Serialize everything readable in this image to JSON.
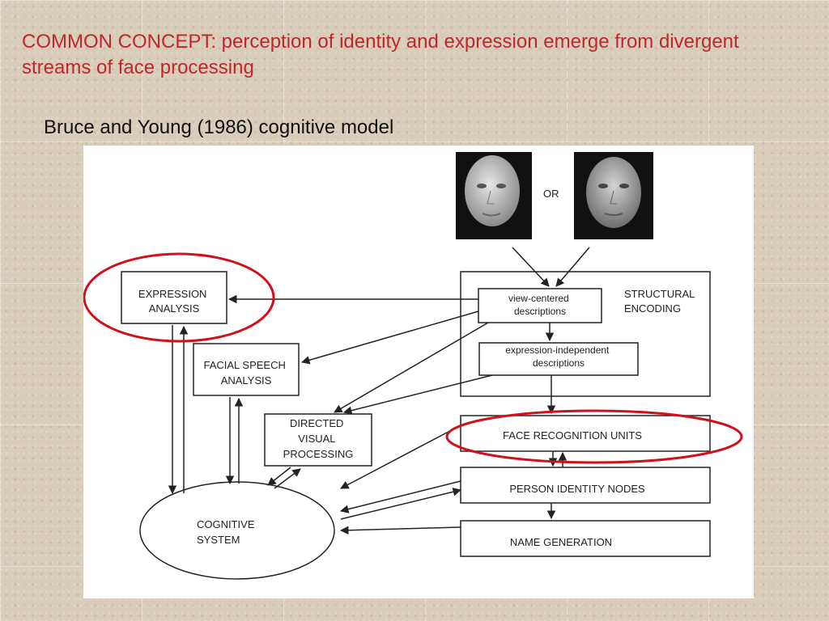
{
  "slide": {
    "title": "COMMON CONCEPT: perception of identity and expression emerge from divergent streams of face processing",
    "subtitle": "Bruce and Young (1986) cognitive model"
  },
  "diagram": {
    "or_label": "OR",
    "structural_encoding": [
      "STRUCTURAL",
      "ENCODING"
    ],
    "view_centered": [
      "view-centered",
      "descriptions"
    ],
    "expression_independent": [
      "expression-independent",
      "descriptions"
    ],
    "expression_analysis": [
      "EXPRESSION",
      "ANALYSIS"
    ],
    "facial_speech_analysis": [
      "FACIAL SPEECH",
      "ANALYSIS"
    ],
    "directed_visual_processing": [
      "DIRECTED",
      "VISUAL",
      "PROCESSING"
    ],
    "face_recognition_units": "FACE RECOGNITION UNITS",
    "person_identity_nodes": "PERSON IDENTITY NODES",
    "name_generation": "NAME GENERATION",
    "cognitive_system": [
      "COGNITIVE",
      "SYSTEM"
    ],
    "colors": {
      "highlight": "#d0101a",
      "title": "#c0262c",
      "line": "#222222"
    }
  }
}
